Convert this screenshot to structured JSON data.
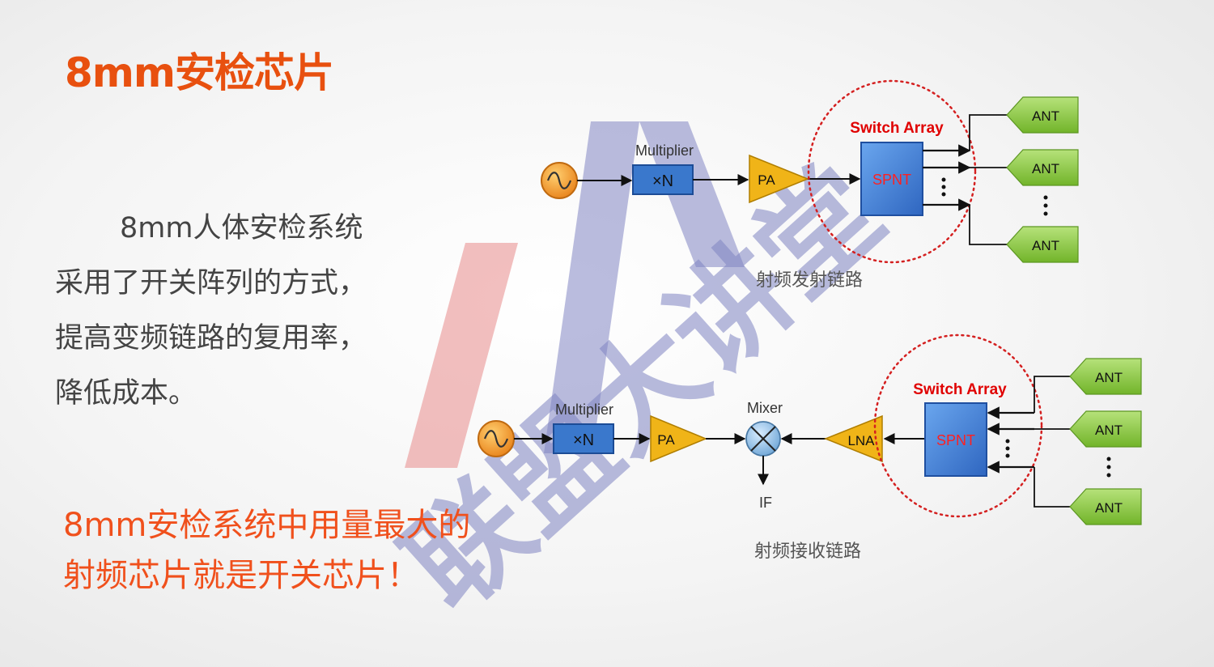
{
  "title": "8mm安检芯片",
  "body_lines": [
    "8mm人体安检系统",
    "采用了开关阵列的方式，",
    "提高变频链路的复用率，",
    "降低成本。"
  ],
  "highlight_lines": [
    "8mm安检系统中用量最大的",
    "射频芯片就是开关芯片！"
  ],
  "watermark": {
    "text": "联盟大讲堂"
  },
  "tx": {
    "multiplier_label": "Multiplier",
    "multiplier_box": "×N",
    "pa_label": "PA",
    "switch_array_label": "Switch Array",
    "spnt_label": "SPNT",
    "ant_labels": [
      "ANT",
      "ANT",
      "ANT"
    ],
    "caption": "射频发射链路"
  },
  "rx": {
    "multiplier_label": "Multiplier",
    "multiplier_box": "×N",
    "pa_label": "PA",
    "mixer_label": "Mixer",
    "if_label": "IF",
    "lna_label": "LNA",
    "switch_array_label": "Switch Array",
    "spnt_label": "SPNT",
    "ant_labels": [
      "ANT",
      "ANT",
      "ANT"
    ],
    "caption": "射频接收链路"
  },
  "colors": {
    "title": "#e8500f",
    "highlight": "#f0501c",
    "switch_label": "#e00000",
    "spnt_text": "#ff2020",
    "spnt_fill": "#3f7fd6",
    "amp_fill": "#f0b418",
    "ant_fill": "#8ccc3c",
    "mult_fill": "#3a78cc"
  }
}
